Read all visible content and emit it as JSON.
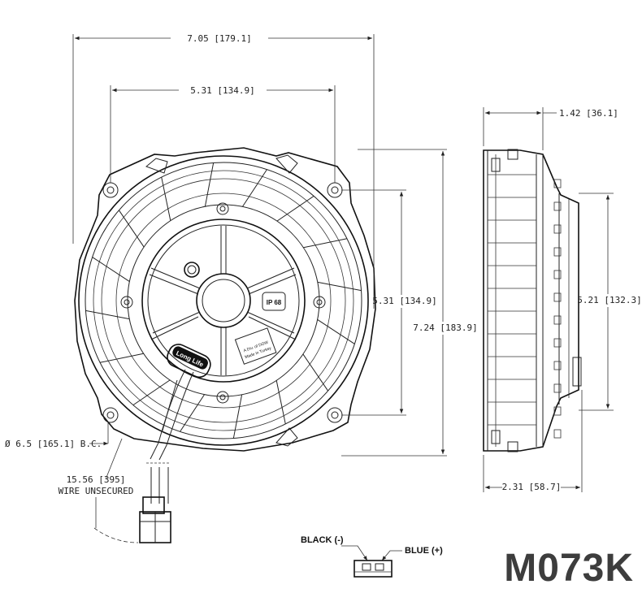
{
  "dimensions": {
    "overall_width": "7.05 [179.1]",
    "mount_width": "5.31 [134.9]",
    "overall_height": "7.24 [183.9]",
    "mount_height": "5.31 [134.9]",
    "bolt_circle": "Ø 6.5 [165.1] B.C.",
    "side_depth_top": "1.42 [36.1]",
    "side_depth_bottom": "2.31 [58.7]",
    "motor_diameter": "5.21 [132.3]",
    "wire_length": "15.56 [395]",
    "wire_note": "WIRE UNSECURED"
  },
  "connector": {
    "black_label": "BLACK (-)",
    "blue_label": "BLUE (+)"
  },
  "fan_labels": {
    "ip_rating": "IP 68",
    "brand_badge": "Long Life",
    "plate_line1": "A Div. of DOW",
    "plate_line2": "Made in Turkey"
  },
  "part_number": "M073K"
}
